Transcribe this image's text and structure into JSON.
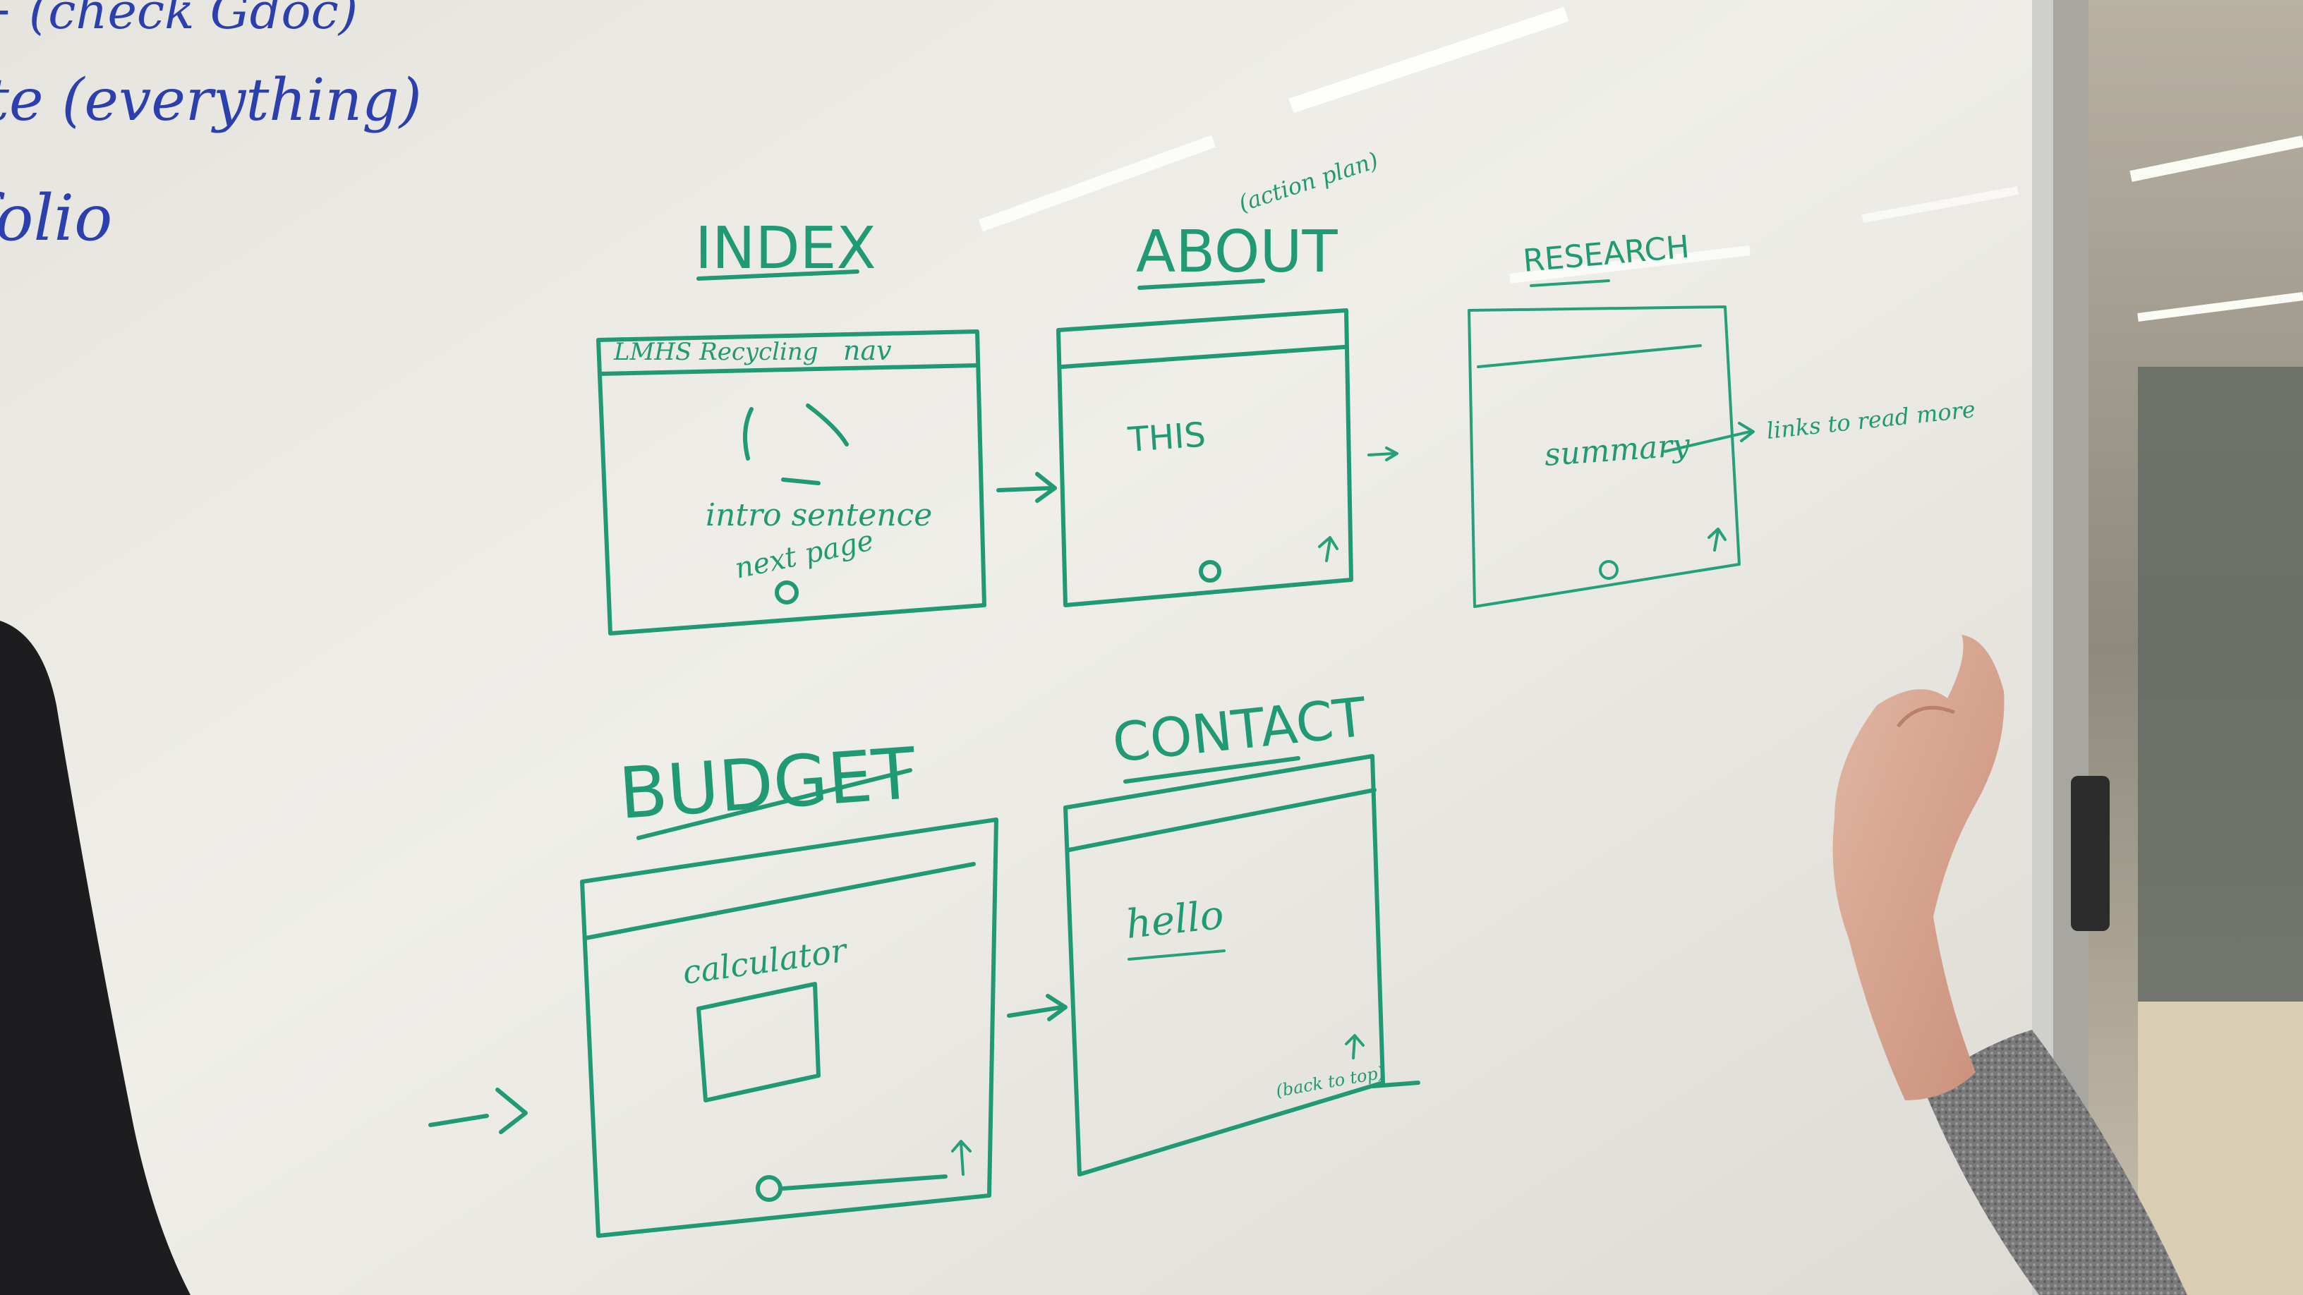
{
  "whiteboard": {
    "blue_notes": [
      {
        "id": "note-1",
        "text": "+ (check Gdoc)"
      },
      {
        "id": "note-2",
        "text": "te (everything)"
      },
      {
        "id": "note-3",
        "text": "folio"
      }
    ],
    "pages": {
      "index": {
        "title": "INDEX",
        "nav_left": "LMHS Recycling",
        "nav_right": "nav",
        "intro": "intro sentence",
        "next": "next page"
      },
      "about": {
        "title": "ABOUT",
        "note": "(action plan)",
        "body": "THIS"
      },
      "research": {
        "title": "RESEARCH",
        "body": "summary",
        "link": "links to read more"
      },
      "budget": {
        "title": "BUDGET",
        "body": "calculator"
      },
      "contact": {
        "title": "CONTACT",
        "body": "hello",
        "footer": "(back to top)"
      }
    }
  },
  "colors": {
    "marker_green": "#1f9a74",
    "marker_blue": "#2b3fae",
    "board": "#eceae4"
  }
}
